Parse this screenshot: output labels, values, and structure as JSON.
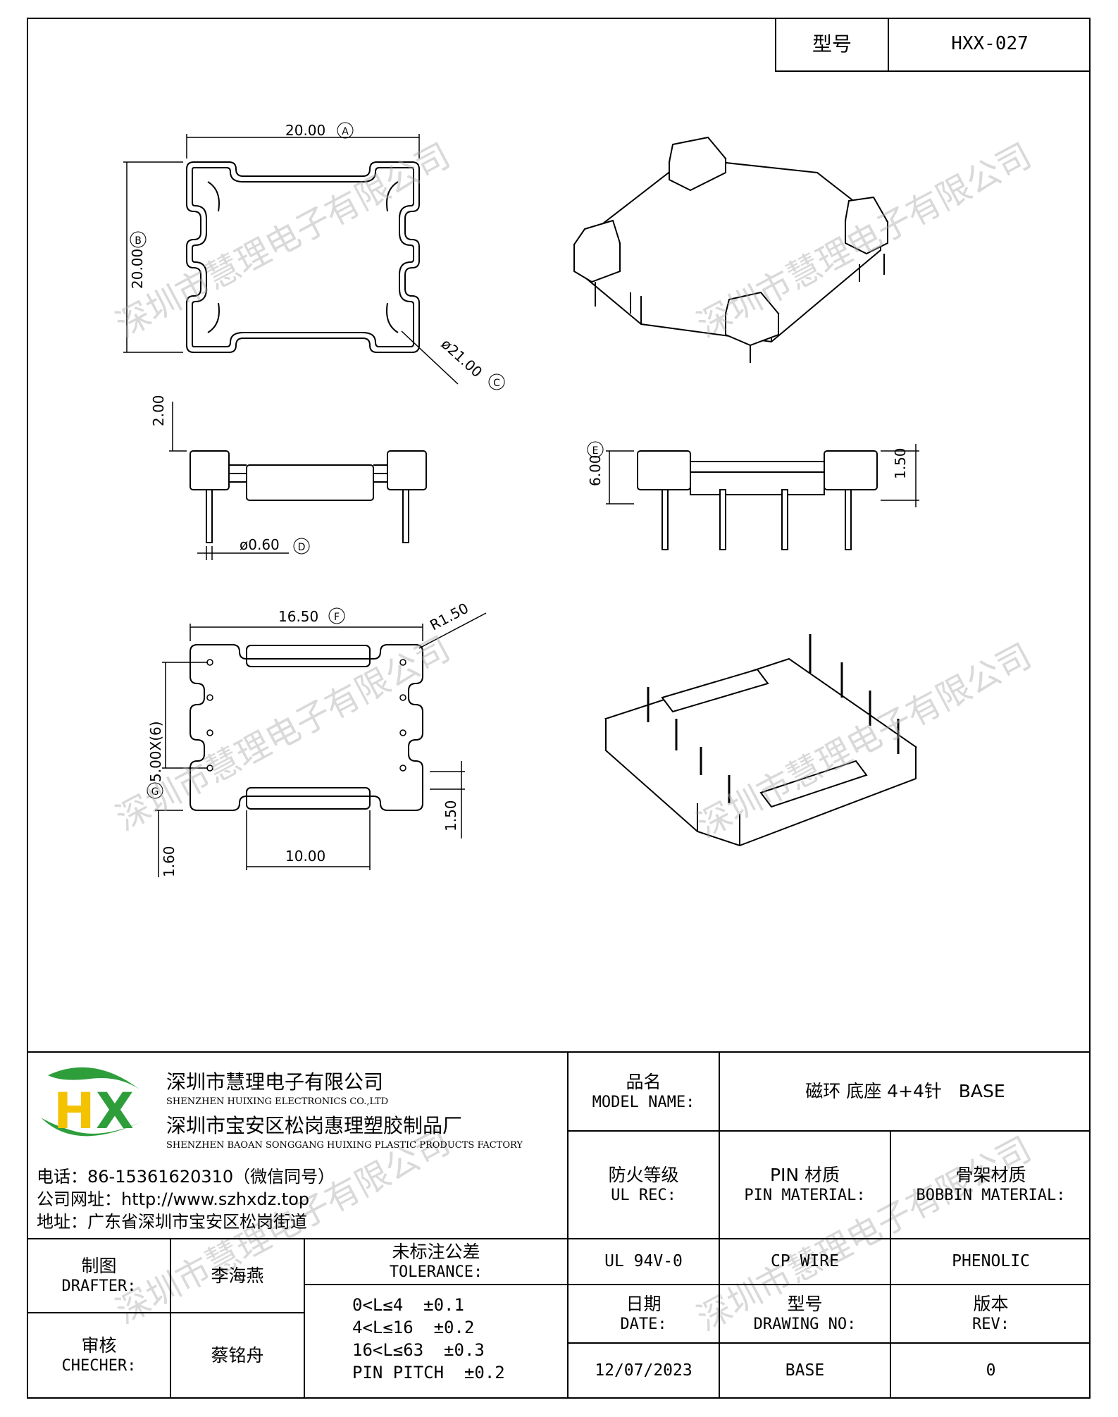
{
  "header": {
    "model_label": "型号",
    "model_value": "HXX-027"
  },
  "dimensions": {
    "top_width": "20.00",
    "top_width_tag": "A",
    "top_height": "20.00",
    "top_height_tag": "B",
    "diameter": "ø21.00",
    "diameter_tag": "C",
    "side_height_left": "2.00",
    "pin_diameter": "ø0.60",
    "pin_diameter_tag": "D",
    "side_height_right": "6.00",
    "side_height_right_tag": "E",
    "side_step_right": "1.50",
    "bottom_width": "16.50",
    "bottom_width_tag": "F",
    "corner_radius": "R1.50",
    "pitch": "5.00X(6)",
    "pitch_tag": "G",
    "bottom_inner": "10.00",
    "bottom_right_step": "1.50",
    "bottom_left_step": "1.60"
  },
  "watermark": "深圳市慧理电子有限公司",
  "company": {
    "logo_text": "HX",
    "name_cn": "深圳市慧理电子有限公司",
    "name_en": "SHENZHEN HUIXING ELECTRONICS CO.,LTD",
    "factory_cn": "深圳市宝安区松岗惠理塑胶制品厂",
    "factory_en": "SHENZHEN BAOAN SONGGANG HUIXING PLASTIC PRODUCTS FACTORY",
    "phone": "电话：86-15361620310（微信同号）",
    "website": "公司网址：http://www.szhxdz.top",
    "address": "地址：广东省深圳市宝安区松岗街道"
  },
  "title_block": {
    "model_name_cn": "品名",
    "model_name_en": "MODEL NAME:",
    "model_name_value": "磁环 底座 4+4针   BASE",
    "ul_cn": "防火等级",
    "ul_en": "UL REC:",
    "pin_cn": "PIN 材质",
    "pin_en": "PIN MATERIAL:",
    "bobbin_cn": "骨架材质",
    "bobbin_en": "BOBBIN MATERIAL:",
    "ul_value": "UL 94V-0",
    "pin_value": "CP WIRE",
    "bobbin_value": "PHENOLIC",
    "date_cn": "日期",
    "date_en": "DATE:",
    "drawing_cn": "型号",
    "drawing_en": "DRAWING NO:",
    "rev_cn": "版本",
    "rev_en": "REV:",
    "date_value": "12/07/2023",
    "drawing_value": "BASE",
    "rev_value": "0",
    "drafter_cn": "制图",
    "drafter_en": "DRAFTER:",
    "drafter_value": "李海燕",
    "checker_cn": "审核",
    "checker_en": "CHECHER:",
    "checker_value": "蔡铭舟",
    "tolerance_cn": "未标注公差",
    "tolerance_en": "TOLERANCE:",
    "tolerances": [
      "0<L≤4  ±0.1",
      "4<L≤16  ±0.2",
      "16<L≤63  ±0.3",
      "PIN PITCH  ±0.2"
    ]
  }
}
